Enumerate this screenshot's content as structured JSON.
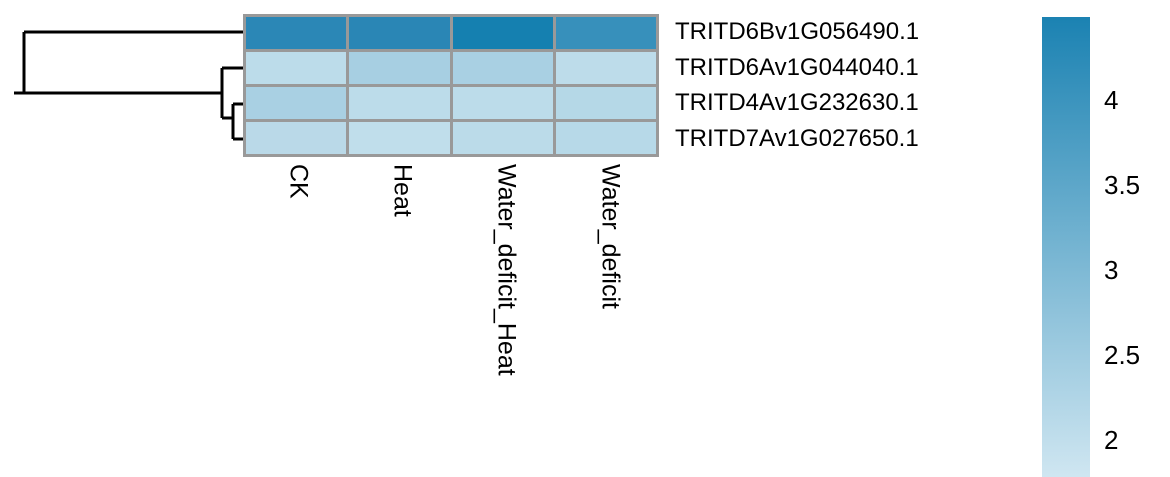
{
  "figure": {
    "type": "heatmap-with-dendrogram",
    "background_color": "#ffffff",
    "text_color": "#000000",
    "grid_line_color": "#999999",
    "dendrogram_line_color": "#000000"
  },
  "chart_data": {
    "type": "heatmap",
    "title": "",
    "xlabel": "",
    "ylabel": "",
    "grid": false,
    "legend_position": "right",
    "categories": [
      "CK",
      "Heat",
      "Water_deficit_Heat",
      "Water_deficit"
    ],
    "rows": [
      "TRITD6Bv1G056490.1",
      "TRITD6Av1G044040.1",
      "TRITD4Av1G232630.1",
      "TRITD7Av1G027650.1"
    ],
    "values": [
      [
        4.05,
        4.08,
        4.25,
        3.95
      ],
      [
        2.1,
        2.45,
        2.4,
        2.12
      ],
      [
        2.48,
        2.15,
        2.18,
        2.3
      ],
      [
        2.22,
        2.08,
        2.2,
        2.28
      ]
    ],
    "cell_colors": [
      [
        "#2b87b6",
        "#2a86b5",
        "#1580b0",
        "#3790bb"
      ],
      [
        "#bcdcea",
        "#a7cfe2",
        "#a9d0e3",
        "#bddcea"
      ],
      [
        "#a9d0e3",
        "#bcdcea",
        "#bcdcea",
        "#b5d8e7"
      ],
      [
        "#bad9e8",
        "#c0deeb",
        "#bbdbe9",
        "#b7d9e8"
      ]
    ],
    "colorbar": {
      "ticks": [
        "4",
        "3.5",
        "3",
        "2.5",
        "2"
      ],
      "tick_values": [
        4,
        3.5,
        3,
        2.5,
        2
      ],
      "tick_positions_pct": [
        18.0,
        36.5,
        55.0,
        73.5,
        92.0
      ],
      "vmin": 1.8,
      "vmax": 4.4,
      "color_low": "#cfe6f1",
      "color_high": "#1b82b2"
    }
  },
  "dendrogram": {
    "orientation": "left",
    "leaf_order": [
      "TRITD6Bv1G056490.1",
      "TRITD6Av1G044040.1",
      "TRITD4Av1G232630.1",
      "TRITD7Av1G027650.1"
    ],
    "line_width": 3
  }
}
